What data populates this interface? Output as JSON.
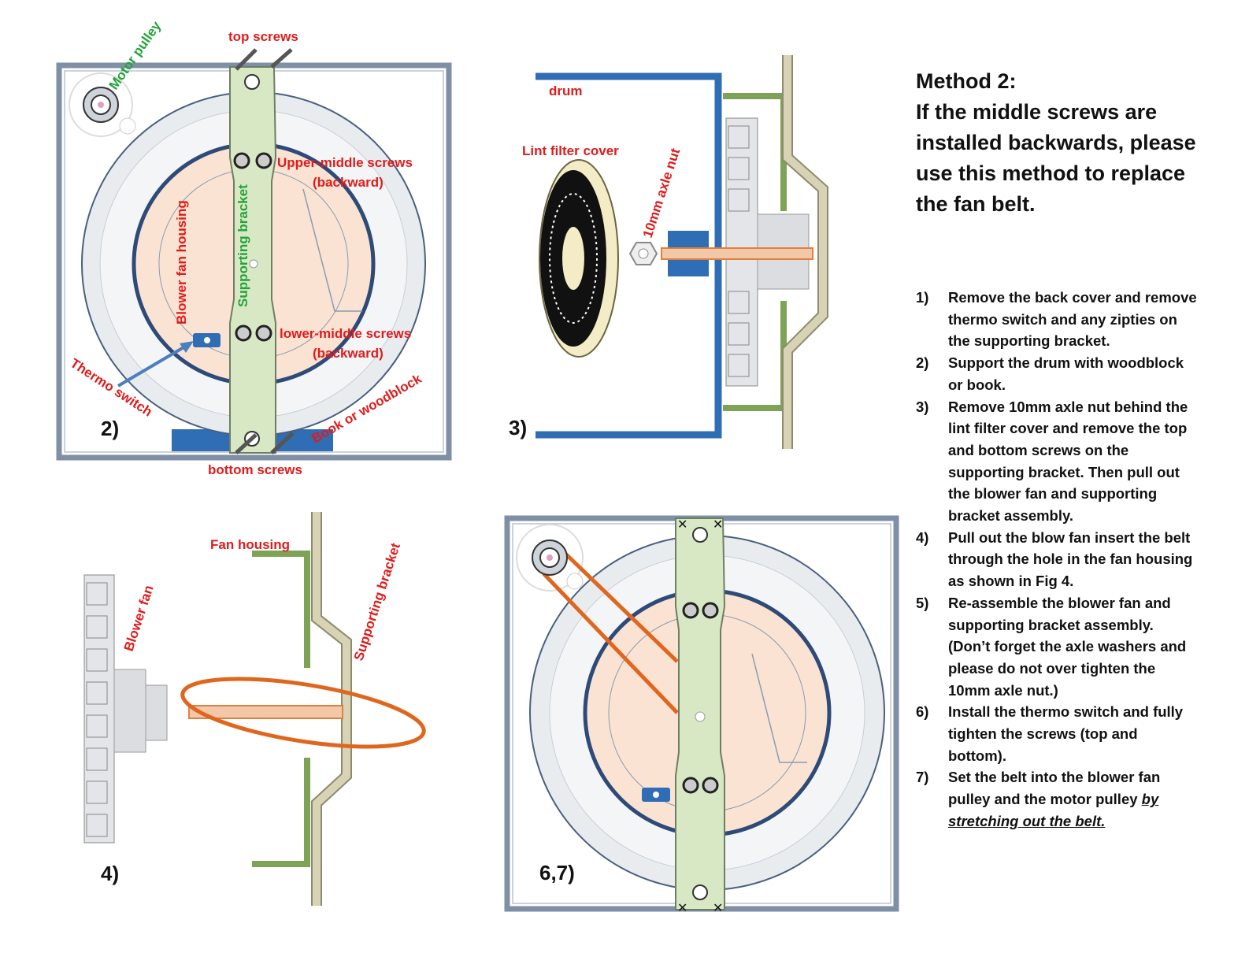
{
  "figures": {
    "fig2": {
      "number": "2)",
      "labels": {
        "motor_pulley": "Motor pulley",
        "top_screws": "top screws",
        "upper_middle_1": "Upper-middle screws",
        "upper_middle_2": "(backward)",
        "supporting_bracket": "Supporting bracket",
        "blower_fan_housing": "Blower fan housing",
        "lower_middle_1": "lower-middle screws",
        "lower_middle_2": "(backward)",
        "thermo_switch": "Thermo switch",
        "book_or_woodblock": "Book or woodblock",
        "bottom_screws": "bottom screws"
      }
    },
    "fig3": {
      "number": "3)",
      "labels": {
        "drum": "drum",
        "lint_filter_cover": "Lint filter cover",
        "axle_nut": "10mm axle nut"
      }
    },
    "fig4": {
      "number": "4)",
      "labels": {
        "fan_housing": "Fan housing",
        "blower_fan": "Blower fan",
        "supporting_bracket": "Supporting bracket"
      }
    },
    "fig67": {
      "number": "6,7)"
    },
    "colors": {
      "label_red": "#e01b1b",
      "label_green": "#22a33a",
      "frame": "#7f8fa6",
      "drum_blue": "#2f6db5",
      "bracket_green": "#d8e8c4",
      "belt_orange": "#e0661e",
      "housing_peach": "#fbe3d3"
    }
  },
  "instructions": {
    "title_lines": [
      "Method 2:",
      "If the middle screws are",
      "installed backwards, please",
      "use this method to replace",
      "the fan belt."
    ],
    "steps": [
      {
        "n": "1)",
        "lines": [
          "Remove the back cover and remove",
          "thermo switch and any zipties on",
          "the  supporting bracket."
        ]
      },
      {
        "n": "2)",
        "lines": [
          "Support the drum with woodblock",
          "or book."
        ]
      },
      {
        "n": "3)",
        "lines": [
          "Remove 10mm axle nut behind the",
          "lint filter cover and  remove the top",
          "and bottom screws on the",
          "supporting bracket. Then pull out",
          "the blower fan and supporting",
          "bracket assembly."
        ]
      },
      {
        "n": "4)",
        "lines": [
          "Pull out the blow fan insert the belt",
          "through the hole in the fan housing",
          "as shown in Fig 4."
        ]
      },
      {
        "n": "5)",
        "lines": [
          "Re-assemble the blower fan and",
          "supporting bracket  assembly.",
          "(Don’t forget the axle  washers and",
          "please do not over tighten the",
          "10mm axle nut.)"
        ]
      },
      {
        "n": "6)",
        "lines": [
          "Install the thermo switch and fully",
          "tighten the screws (top and",
          "bottom)."
        ]
      },
      {
        "n": "7)",
        "lines": [
          "Set the belt into the blower fan",
          "pulley and the motor pulley"
        ],
        "emphasis_lines": [
          "by",
          "stretching out the belt."
        ]
      }
    ]
  }
}
